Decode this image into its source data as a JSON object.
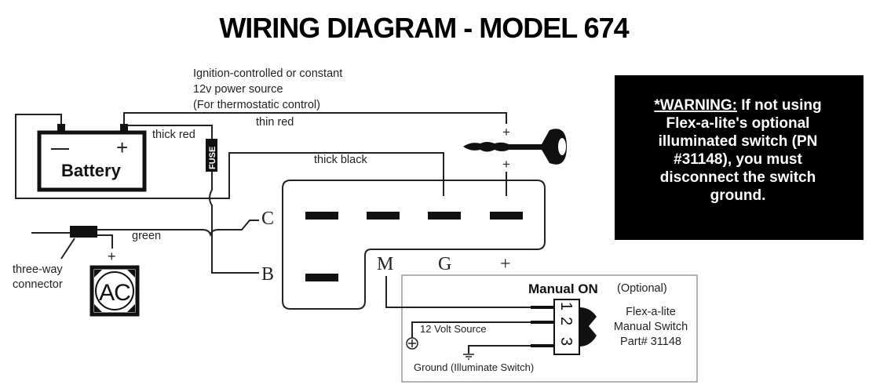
{
  "title": "WIRING DIAGRAM - MODEL 674",
  "power_source": {
    "line1": "Ignition-controlled or constant",
    "line2": "12v power source",
    "line3": "(For thermostatic control)"
  },
  "battery": {
    "label": "Battery",
    "negative": "—",
    "positive": "+"
  },
  "fuse_label": "FUSE",
  "wire_labels": {
    "thin_red": "thin red",
    "thick_red": "thick red",
    "thick_black": "thick black",
    "green": "green"
  },
  "connector": {
    "line1": "three-way",
    "line2": "connector"
  },
  "ac": {
    "label": "AC",
    "plus": "+"
  },
  "ignition": {
    "plus_top": "+",
    "plus_bottom": "+"
  },
  "terminals": {
    "C": "C",
    "B": "B",
    "M": "M",
    "G": "G",
    "plus": "+"
  },
  "warning": {
    "prefix": "*WARNING:",
    "lines": [
      " If not using",
      "Flex-a-lite's optional",
      "illuminated switch (PN",
      "#31148), you must",
      "disconnect the switch",
      "ground."
    ]
  },
  "manual_switch": {
    "heading": "Manual ON",
    "optional": "(Optional)",
    "pins": [
      "1",
      "2",
      "3"
    ],
    "name_line1": "Flex-a-lite",
    "name_line2": "Manual Switch",
    "name_line3": "Part# 31148",
    "source_label": "12 Volt Source",
    "ground_label": "Ground (Illuminate Switch)"
  },
  "colors": {
    "ink": "#111111",
    "warning_bg": "#000000",
    "warning_text": "#ffffff",
    "panel_border": "#999999"
  }
}
